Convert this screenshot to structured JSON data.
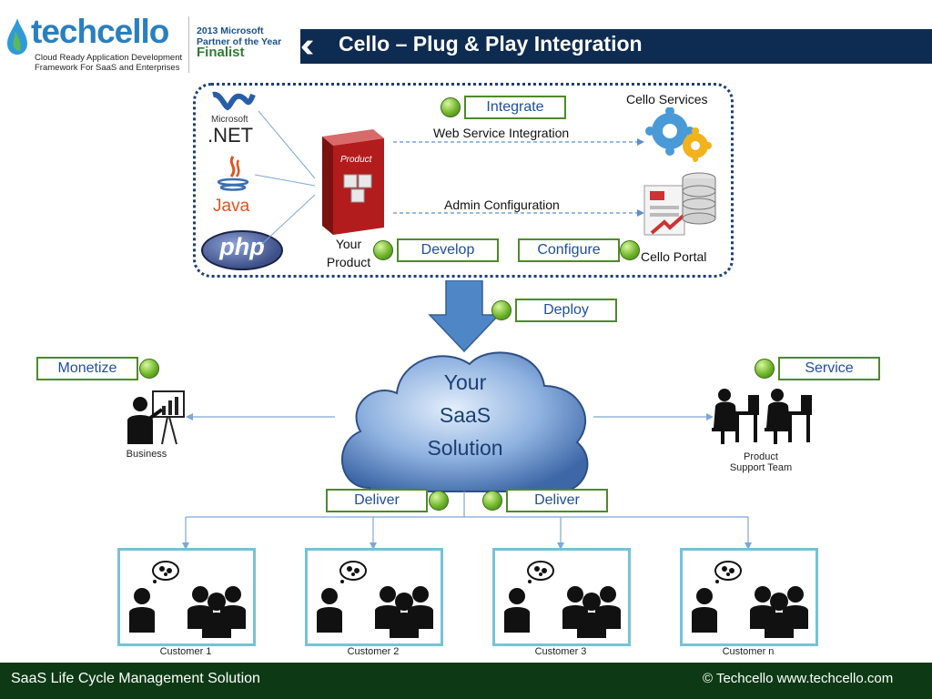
{
  "header": {
    "logo_name": "techcello",
    "logo_tagline_1": "Cloud Ready Application Development",
    "logo_tagline_2": "Framework For SaaS and Enterprises",
    "award_line1": "2013 Microsoft",
    "award_line2": "Partner of the Year",
    "award_line3": "Finalist",
    "title": "Cello – Plug & Play Integration"
  },
  "technologies": {
    "net_brand": "Microsoft",
    "net_label": ".NET",
    "java_label": "Java",
    "php_label": "php"
  },
  "product": {
    "box_label": "Product",
    "label_line1": "Your",
    "label_line2": "Product"
  },
  "flows": {
    "web_service": "Web Service Integration",
    "admin_config": "Admin Configuration"
  },
  "services": {
    "cello_services": "Cello Services",
    "cello_portal": "Cello Portal"
  },
  "tags": {
    "integrate": "Integrate",
    "develop": "Develop",
    "configure": "Configure",
    "deploy": "Deploy",
    "monetize": "Monetize",
    "service": "Service",
    "deliver_left": "Deliver",
    "deliver_right": "Deliver"
  },
  "cloud": {
    "line1": "Your",
    "line2": "SaaS",
    "line3": "Solution"
  },
  "people": {
    "business": "Business",
    "support_line1": "Product",
    "support_line2": "Support Team"
  },
  "customers": [
    "Customer  1",
    "Customer  2",
    "Customer  3",
    "Customer  n"
  ],
  "footer": {
    "left": "SaaS Life Cycle Management Solution",
    "right": "© Techcello www.techcello.com"
  },
  "colors": {
    "title_bar": "#0e2c52",
    "footer_bar": "#0d3a14",
    "tag_border": "#4e8a2a",
    "tag_text": "#1f4fa0",
    "customer_border": "#76c2d8"
  }
}
